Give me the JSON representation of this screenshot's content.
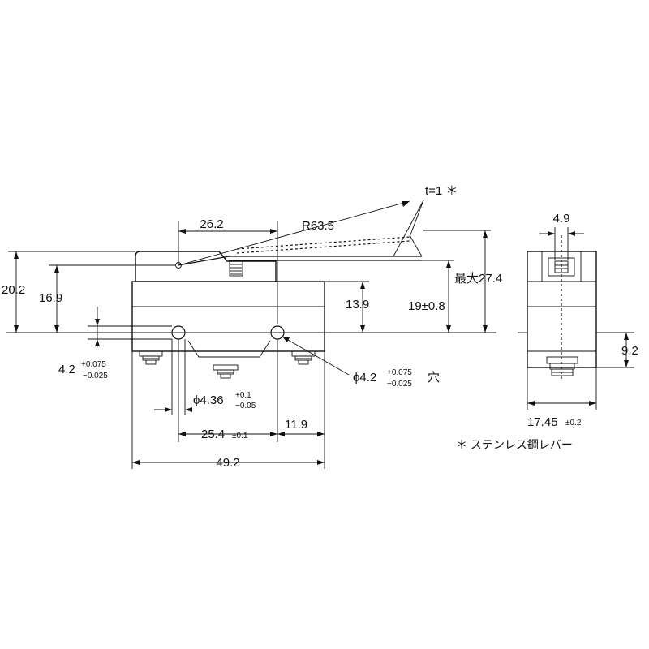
{
  "labels": {
    "thickness": "t=1 ＊",
    "radius": "R63.5",
    "lever_offset": "26.2",
    "height_total": "20.2",
    "height_pivot": "16.9",
    "height_body": "13.9",
    "max_height": "最大27.4",
    "operating_pos": "19±0.8",
    "mount_hole_d_main": "4.2",
    "mount_hole_d_tol_upper": "+0.075",
    "mount_hole_d_tol_lower": "−0.025",
    "pin_d_main": "ϕ4.36",
    "pin_d_tol_upper": "+0.1",
    "pin_d_tol_lower": "−0.05",
    "hole_d_main": "ϕ4.2",
    "hole_d_tol_upper": "+0.075",
    "hole_d_tol_lower": "−0.025",
    "hole_d_suffix": "穴",
    "pitch_main": "25.4",
    "pitch_tol": "±0.1",
    "right_offset": "11.9",
    "length_total": "49.2",
    "side_width_top": "4.9",
    "side_height": "9.2",
    "side_width_main": "17.45",
    "side_width_tol": "±0.2",
    "footnote": "＊ ステンレス鋼レバー"
  }
}
